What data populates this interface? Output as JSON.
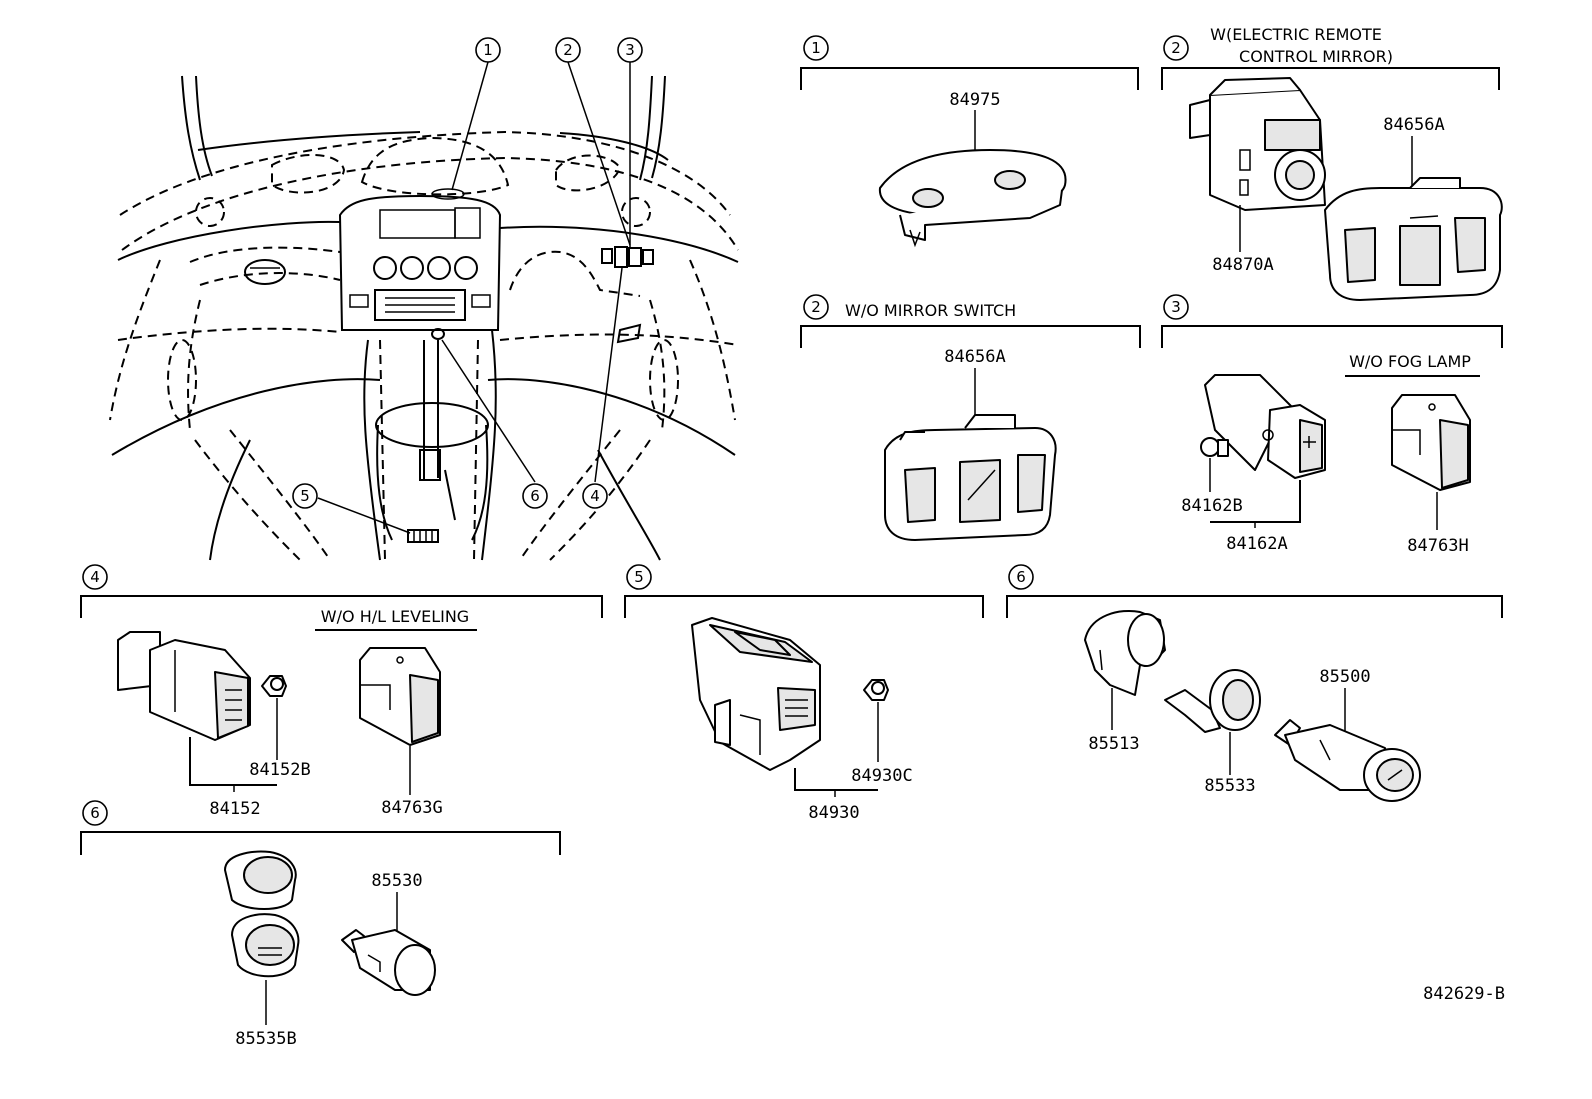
{
  "callouts": [
    "1",
    "2",
    "3",
    "4",
    "5",
    "6"
  ],
  "sections": {
    "s1": {
      "number": "1",
      "parts": [
        "84975"
      ]
    },
    "s2a": {
      "number": "2",
      "title_line1": "W(ELECTRIC REMOTE",
      "title_line2": "CONTROL MIRROR)",
      "parts": [
        "84656A",
        "84870A"
      ]
    },
    "s2b": {
      "number": "2",
      "title": "W/O MIRROR SWITCH",
      "parts": [
        "84656A"
      ]
    },
    "s3": {
      "number": "3",
      "subtitle": "W/O FOG LAMP",
      "parts": [
        "84162B",
        "84162A",
        "84763H"
      ]
    },
    "s4": {
      "number": "4",
      "subtitle": "W/O H/L LEVELING",
      "parts": [
        "84152B",
        "84152",
        "84763G"
      ]
    },
    "s5": {
      "number": "5",
      "parts": [
        "84930C",
        "84930"
      ]
    },
    "s6a": {
      "number": "6",
      "parts": [
        "85513",
        "85533",
        "85500"
      ]
    },
    "s6b": {
      "number": "6",
      "parts": [
        "85530",
        "85535B"
      ]
    }
  },
  "diagram_code": "842629-B"
}
